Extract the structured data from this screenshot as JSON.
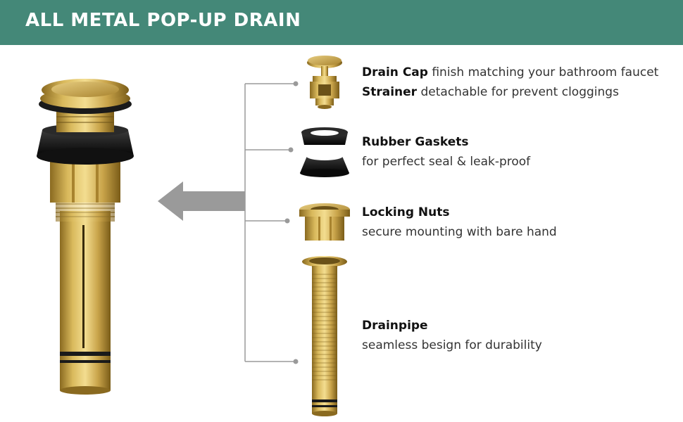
{
  "banner": {
    "title": "ALL METAL POP-UP DRAIN",
    "color": "#448878"
  },
  "parts": [
    {
      "name": "Drain Cap",
      "description": "finish matching your bathroom faucet",
      "sub_name": "Strainer",
      "sub_description": "detachable for prevent cloggings",
      "icon": "drain-cap-icon"
    },
    {
      "name": "Rubber Gaskets",
      "description": "for perfect seal & leak-proof",
      "icon": "rubber-gasket-icon"
    },
    {
      "name": "Locking Nuts",
      "description": "secure mounting with bare hand",
      "icon": "locking-nut-icon"
    },
    {
      "name": "Drainpipe",
      "description": "seamless besign for durability",
      "icon": "drainpipe-icon"
    }
  ],
  "colors": {
    "brass": "#c9a44a",
    "rubber": "#111111",
    "arrow": "#9a9a9a",
    "connector": "#9a9a9a"
  }
}
